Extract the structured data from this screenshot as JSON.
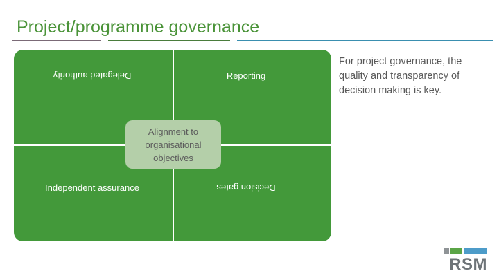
{
  "slide": {
    "title": "Project/programme governance"
  },
  "divider": {
    "segment_colors": [
      "#7b6a77",
      "#4a7c3c",
      "#3a8fb0"
    ]
  },
  "quadrants": {
    "panel_color": "#43993a",
    "divider_color": "#ffffff",
    "items": [
      {
        "position": "top-left",
        "label": "Delegated authority",
        "rotated": "180"
      },
      {
        "position": "top-right",
        "label": "Reporting",
        "rotated": "0"
      },
      {
        "position": "bottom-left",
        "label": "Independent assurance",
        "rotated": "0"
      },
      {
        "position": "bottom-right",
        "label": "Decision gates",
        "rotated": "180"
      }
    ]
  },
  "centre": {
    "label": "Alignment to organisational objectives",
    "box_color": "#b4cfa9",
    "text_color": "#5c5c5c"
  },
  "side_note": {
    "text": "For project governance, the quality and transparency of decision making is key."
  },
  "logo": {
    "wordmark": "RSM",
    "bar_colors": [
      "#8f9396",
      "#5ba547",
      "#4d9cc9"
    ]
  }
}
